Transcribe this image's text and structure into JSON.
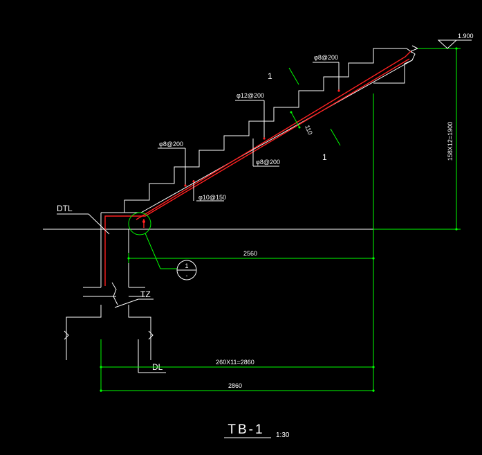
{
  "drawing": {
    "title": "TB-1",
    "scale": "1:30",
    "colors": {
      "background": "#000000",
      "outline": "#ffffff",
      "dimension": "#00ff00",
      "rebar": "#ff2020"
    },
    "labels": {
      "beam": "DTL",
      "column": "TZ",
      "ground_beam": "DL",
      "section_left": "1",
      "section_right": "1",
      "detail_num": "1",
      "detail_sheet": "-",
      "elevation": "1.900"
    },
    "rebar": {
      "top_upper": "φ8@200",
      "top_mid": "φ12@200",
      "top_lower": "φ8@200",
      "bottom": "φ8@200",
      "main": "φ10@150"
    },
    "dims": {
      "slab_thickness": "110",
      "height": "158X12=1900",
      "span_upper": "2560",
      "treads": "260X11=2860",
      "span_total": "2860"
    }
  }
}
